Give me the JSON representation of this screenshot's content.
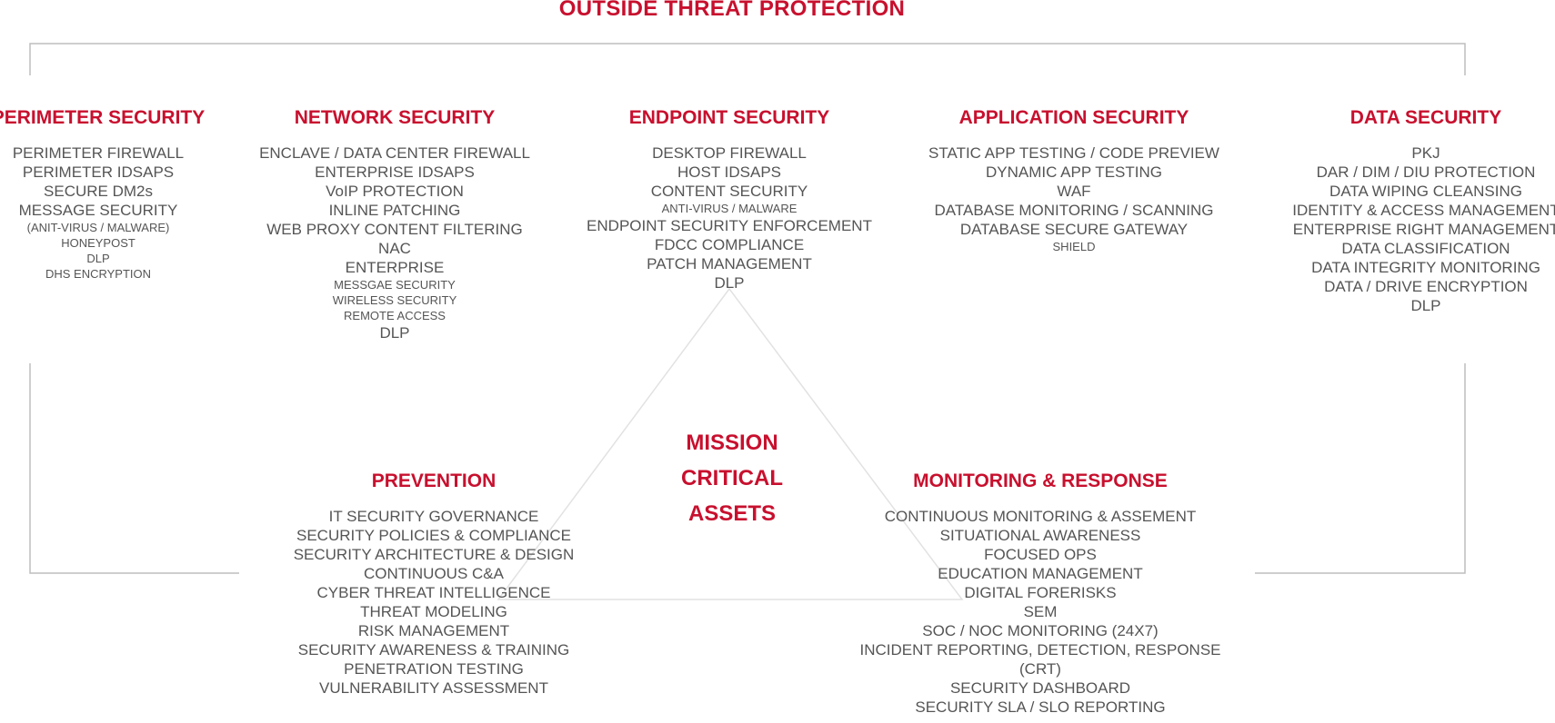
{
  "title": "OUTSIDE THREAT PROTECTION",
  "center": [
    "MISSION",
    "CRITICAL",
    "ASSETS"
  ],
  "columns": [
    {
      "heading": "PERIMETER SECURITY",
      "items": [
        {
          "text": "PERIMETER FIREWALL",
          "small": false
        },
        {
          "text": "PERIMETER IDSAPS",
          "small": false
        },
        {
          "text": "SECURE DM2s",
          "small": false
        },
        {
          "text": "MESSAGE SECURITY",
          "small": false
        },
        {
          "text": "(ANIT-VIRUS / MALWARE)",
          "small": true
        },
        {
          "text": "HONEYPOST",
          "small": true
        },
        {
          "text": "DLP",
          "small": true
        },
        {
          "text": "DHS ENCRYPTION",
          "small": true
        }
      ]
    },
    {
      "heading": "NETWORK SECURITY",
      "items": [
        {
          "text": "ENCLAVE / DATA CENTER FIREWALL",
          "small": false
        },
        {
          "text": "ENTERPRISE IDSAPS",
          "small": false
        },
        {
          "text": "VoIP PROTECTION",
          "small": false
        },
        {
          "text": "INLINE PATCHING",
          "small": false
        },
        {
          "text": "WEB PROXY CONTENT FILTERING",
          "small": false
        },
        {
          "text": "NAC",
          "small": false
        },
        {
          "text": "ENTERPRISE",
          "small": false
        },
        {
          "text": "MESSGAE SECURITY",
          "small": true
        },
        {
          "text": "WIRELESS SECURITY",
          "small": true
        },
        {
          "text": "REMOTE ACCESS",
          "small": true
        },
        {
          "text": "DLP",
          "small": false
        }
      ]
    },
    {
      "heading": "ENDPOINT SECURITY",
      "items": [
        {
          "text": "DESKTOP FIREWALL",
          "small": false
        },
        {
          "text": "HOST IDSAPS",
          "small": false
        },
        {
          "text": "CONTENT SECURITY",
          "small": false
        },
        {
          "text": "ANTI-VIRUS / MALWARE",
          "small": true
        },
        {
          "text": "ENDPOINT SECURITY ENFORCEMENT",
          "small": false
        },
        {
          "text": "FDCC COMPLIANCE",
          "small": false
        },
        {
          "text": "PATCH MANAGEMENT",
          "small": false
        },
        {
          "text": "DLP",
          "small": false
        }
      ]
    },
    {
      "heading": "APPLICATION SECURITY",
      "items": [
        {
          "text": "STATIC APP TESTING / CODE PREVIEW",
          "small": false
        },
        {
          "text": "DYNAMIC APP TESTING",
          "small": false
        },
        {
          "text": "WAF",
          "small": false
        },
        {
          "text": "DATABASE MONITORING / SCANNING",
          "small": false
        },
        {
          "text": "DATABASE SECURE GATEWAY",
          "small": false
        },
        {
          "text": "SHIELD",
          "small": true
        }
      ]
    },
    {
      "heading": "DATA SECURITY",
      "items": [
        {
          "text": "PKJ",
          "small": false
        },
        {
          "text": "DAR / DIM / DIU PROTECTION",
          "small": false
        },
        {
          "text": "DATA WIPING CLEANSING",
          "small": false
        },
        {
          "text": "IDENTITY & ACCESS MANAGEMENT",
          "small": false
        },
        {
          "text": "ENTERPRISE RIGHT MANAGEMENT",
          "small": false
        },
        {
          "text": "DATA CLASSIFICATION",
          "small": false
        },
        {
          "text": "DATA INTEGRITY MONITORING",
          "small": false
        },
        {
          "text": "DATA / DRIVE ENCRYPTION",
          "small": false
        },
        {
          "text": "DLP",
          "small": false
        }
      ]
    },
    {
      "heading": "PREVENTION",
      "items": [
        {
          "text": "IT SECURITY GOVERNANCE",
          "small": false
        },
        {
          "text": "SECURITY POLICIES & COMPLIANCE",
          "small": false
        },
        {
          "text": "SECURITY ARCHITECTURE & DESIGN",
          "small": false
        },
        {
          "text": "CONTINUOUS C&A",
          "small": false
        },
        {
          "text": "CYBER THREAT INTELLIGENCE",
          "small": false
        },
        {
          "text": "THREAT MODELING",
          "small": false
        },
        {
          "text": "RISK MANAGEMENT",
          "small": false
        },
        {
          "text": "SECURITY AWARENESS & TRAINING",
          "small": false
        },
        {
          "text": "PENETRATION TESTING",
          "small": false
        },
        {
          "text": "VULNERABILITY ASSESSMENT",
          "small": false
        }
      ]
    },
    {
      "heading": "MONITORING & RESPONSE",
      "items": [
        {
          "text": "CONTINUOUS MONITORING & ASSEMENT",
          "small": false
        },
        {
          "text": "SITUATIONAL AWARENESS",
          "small": false
        },
        {
          "text": "FOCUSED OPS",
          "small": false
        },
        {
          "text": "EDUCATION MANAGEMENT",
          "small": false
        },
        {
          "text": "DIGITAL FORERISKS",
          "small": false
        },
        {
          "text": "SEM",
          "small": false
        },
        {
          "text": "SOC / NOC MONITORING (24X7)",
          "small": false
        },
        {
          "text": "INCIDENT REPORTING, DETECTION, RESPONSE",
          "small": false
        },
        {
          "text": "(CRT)",
          "small": false
        },
        {
          "text": "SECURITY DASHBOARD",
          "small": false
        },
        {
          "text": "SECURITY SLA / SLO REPORTING",
          "small": false
        }
      ]
    }
  ]
}
